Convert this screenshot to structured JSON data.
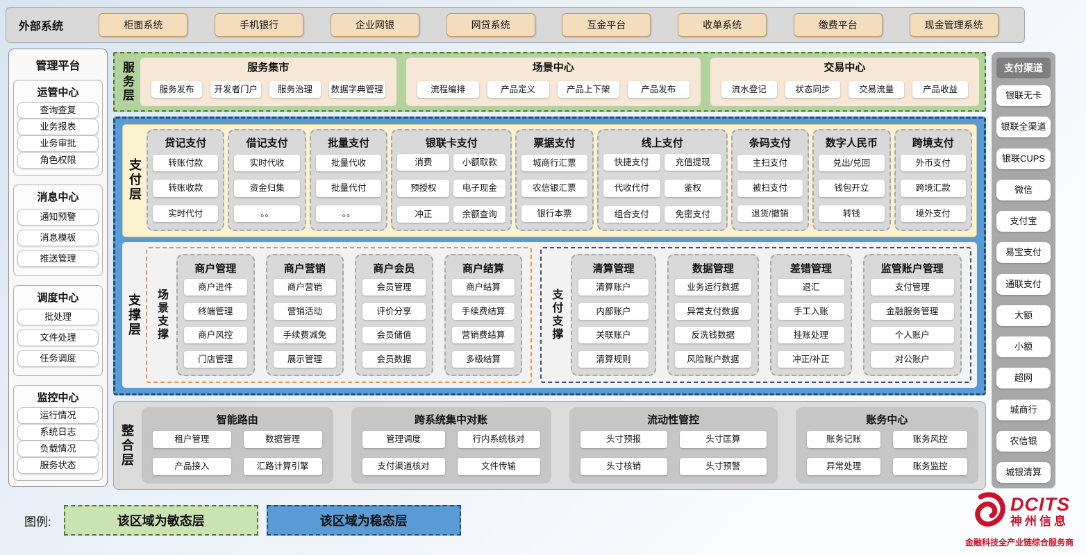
{
  "external_systems": {
    "label": "外部系统",
    "items": [
      "柜面系统",
      "手机银行",
      "企业网银",
      "网贷系统",
      "互金平台",
      "收单系统",
      "缴费平台",
      "现金管理系统"
    ]
  },
  "management_platform": {
    "title": "管理平台",
    "groups": [
      {
        "title": "运管中心",
        "items": [
          "查询查复",
          "业务报表",
          "业务审批",
          "角色权限"
        ]
      },
      {
        "title": "消息中心",
        "items": [
          "通知预警",
          "消息模板",
          "推送管理"
        ]
      },
      {
        "title": "调度中心",
        "items": [
          "批处理",
          "文件处理",
          "任务调度"
        ]
      },
      {
        "title": "监控中心",
        "items": [
          "运行情况",
          "系统日志",
          "负载情况",
          "服务状态"
        ]
      }
    ]
  },
  "service_layer": {
    "label": "服务层",
    "groups": [
      {
        "title": "服务集市",
        "items": [
          "服务发布",
          "开发者门户",
          "服务治理",
          "数据字典管理"
        ]
      },
      {
        "title": "场景中心",
        "items": [
          "流程编排",
          "产品定义",
          "产品上下架",
          "产品发布"
        ]
      },
      {
        "title": "交易中心",
        "items": [
          "流水登记",
          "状态同步",
          "交易流量",
          "产品收益"
        ]
      }
    ]
  },
  "payment_layer": {
    "label": "支付层",
    "groups": [
      {
        "title": "贷记支付",
        "items": [
          "转账付款",
          "转账收款",
          "实时代付"
        ]
      },
      {
        "title": "借记支付",
        "items": [
          "实时代收",
          "资金归集",
          "。。"
        ]
      },
      {
        "title": "批量支付",
        "items": [
          "批量代收",
          "批量代付",
          "。。"
        ]
      },
      {
        "title": "银联卡支付",
        "items": [
          "消费",
          "小额取款",
          "预授权",
          "电子现金",
          "冲正",
          "余额查询"
        ]
      },
      {
        "title": "票据支付",
        "items": [
          "城商行汇票",
          "农信银汇票",
          "银行本票"
        ]
      },
      {
        "title": "线上支付",
        "items": [
          "快捷支付",
          "充值提现",
          "代收代付",
          "鉴权",
          "组合支付",
          "免密支付"
        ]
      },
      {
        "title": "条码支付",
        "items": [
          "主扫支付",
          "被扫支付",
          "退货/撤销"
        ]
      },
      {
        "title": "数字人民币",
        "items": [
          "兑出/兑回",
          "钱包开立",
          "转钱"
        ]
      },
      {
        "title": "跨境支付",
        "items": [
          "外币支付",
          "跨境汇款",
          "境外支付"
        ]
      }
    ]
  },
  "support_layer": {
    "label": "支撑层",
    "scene_support": {
      "label": "场景支撑",
      "groups": [
        {
          "title": "商户管理",
          "items": [
            "商户进件",
            "终端管理",
            "商户风控",
            "门店管理"
          ]
        },
        {
          "title": "商户营销",
          "items": [
            "商户营销",
            "营销活动",
            "手续费减免",
            "展示管理"
          ]
        },
        {
          "title": "商户会员",
          "items": [
            "会员管理",
            "评价分享",
            "会员储值",
            "会员数据"
          ]
        },
        {
          "title": "商户结算",
          "items": [
            "商户结算",
            "手续费结算",
            "营销费结算",
            "多级结算"
          ]
        }
      ]
    },
    "payment_support": {
      "label": "支付支撑",
      "groups": [
        {
          "title": "清算管理",
          "items": [
            "清算账户",
            "内部账户",
            "关联账户",
            "清算规则"
          ]
        },
        {
          "title": "数据管理",
          "items": [
            "业务运行数据",
            "异常支付数据",
            "反洗钱数据",
            "风险账户数据"
          ]
        },
        {
          "title": "差错管理",
          "items": [
            "退汇",
            "手工入账",
            "挂账处理",
            "冲正/补正"
          ]
        },
        {
          "title": "监管账户管理",
          "items": [
            "支付管理",
            "金融服务管理",
            "个人账户",
            "对公账户"
          ]
        }
      ]
    }
  },
  "integration_layer": {
    "label": "整合层",
    "groups": [
      {
        "title": "智能路由",
        "items": [
          "租户管理",
          "数据管理",
          "产品接入",
          "汇路计算引擎"
        ]
      },
      {
        "title": "跨系统集中对账",
        "items": [
          "管理调度",
          "行内系统核对",
          "支付渠道核对",
          "文件传输"
        ]
      },
      {
        "title": "流动性管控",
        "items": [
          "头寸预报",
          "头寸匡算",
          "头寸核销",
          "头寸预警"
        ]
      },
      {
        "title": "账务中心",
        "items": [
          "账务记账",
          "账务风控",
          "异常处理",
          "账务监控"
        ]
      }
    ]
  },
  "payment_channels": {
    "title": "支付渠道",
    "items": [
      "银联无卡",
      "银联全渠道",
      "银联CUPS",
      "微信",
      "支付宝",
      "易宝支付",
      "通联支付",
      "大额",
      "小额",
      "超网",
      "城商行",
      "农信银",
      "城银清算"
    ]
  },
  "legend": {
    "label": "图例:",
    "items": [
      {
        "text": "该区域为敏态层",
        "type": "agile"
      },
      {
        "text": "该区域为稳态层",
        "type": "stable"
      }
    ]
  },
  "logo": {
    "name": "DCITS",
    "cn_name": "神州信息",
    "tagline": "金融科技全产业链综合服务商"
  },
  "colors": {
    "agile_green": "#b3d39e",
    "agile_border": "#4c7a31",
    "stable_blue": "#5b9bd5",
    "stable_border": "#1f4e79",
    "payment_cream": "#fbf2cf",
    "external_tan": "#f4ddbd",
    "logo_red": "#c9132d"
  }
}
